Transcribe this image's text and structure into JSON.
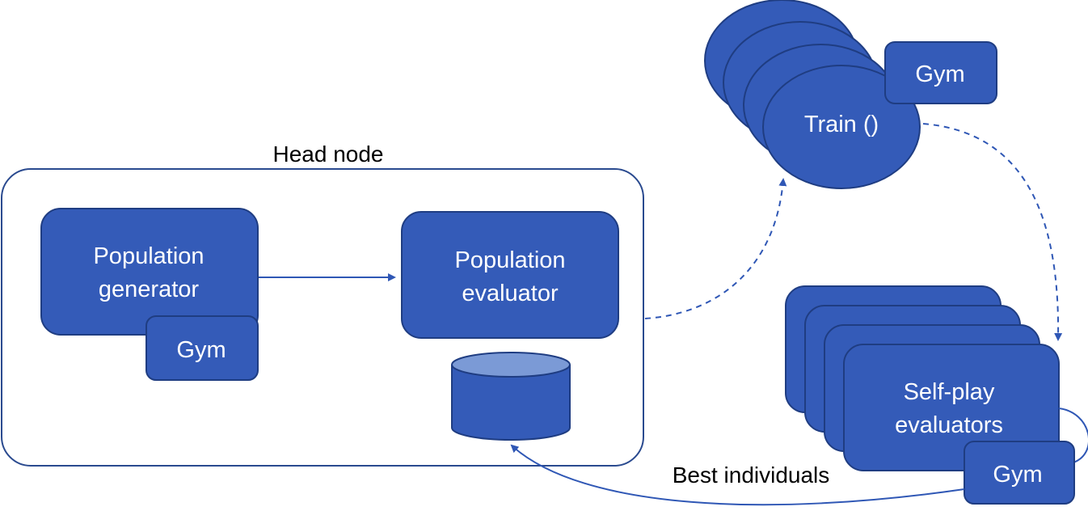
{
  "head_node": {
    "title": "Head node",
    "population_generator": {
      "line1": "Population",
      "line2": "generator",
      "gym": "Gym"
    },
    "population_evaluator": {
      "line1": "Population",
      "line2": "evaluator"
    }
  },
  "train": {
    "label": "Train ()",
    "gym": "Gym"
  },
  "self_play": {
    "line1": "Self-play",
    "line2": "evaluators",
    "gym": "Gym"
  },
  "edge_labels": {
    "best_individuals": "Best individuals"
  },
  "colors": {
    "node_blue": "#345bb8",
    "node_border": "#1f3d82",
    "db_top": "#7b9ad6",
    "container_border": "#2a4a8f",
    "arrow": "#2f57b5"
  },
  "icons": {
    "database": "database-cylinder-icon"
  }
}
